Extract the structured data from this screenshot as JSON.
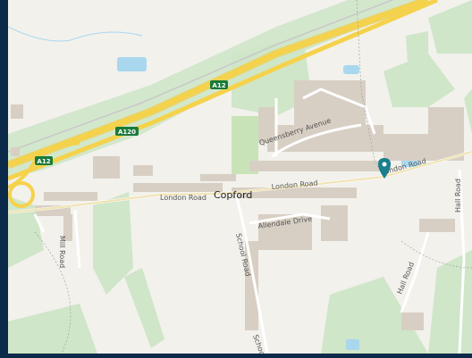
{
  "map": {
    "place_label": "Copford",
    "road_labels": {
      "london_road_west": "London Road",
      "london_road_mid": "London Road",
      "london_road_east": "London Road",
      "queensberry": "Queensberry Avenue",
      "allendale": "Allendale Drive",
      "school_road_north": "School Road",
      "school_road_south": "School",
      "mill_road": "Mill Road",
      "hall_road_south": "Hall Road",
      "hall_road_east": "Hall Road"
    },
    "shields": {
      "a12_north": "A12",
      "a120": "A120",
      "a12_west": "A12"
    },
    "colors": {
      "land": "#f2f1ec",
      "woodland": "#cfe6c9",
      "motorway": "#f5d24b",
      "water": "#a9d7ee",
      "building": "#d8cfc4",
      "marker": "#1b7e8c",
      "frame": "#0b2a4a"
    },
    "marker_icon": "map-pin-icon"
  }
}
